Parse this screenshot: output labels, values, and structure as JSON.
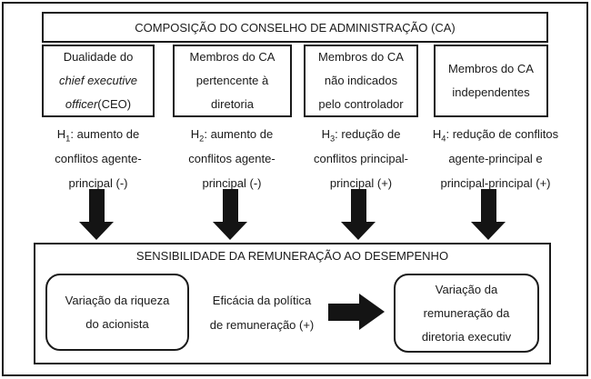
{
  "diagram": {
    "top_title": "COMPOSIÇÃO DO CONSELHO DE ADMINISTRAÇÃO (CA)",
    "columns": [
      {
        "box": {
          "line1": "Dualidade do",
          "line2_italic": "chief executive",
          "line3_italic": "officer",
          "line3_rest": "(CEO)"
        },
        "hypothesis": {
          "h": "H",
          "sub": "1",
          "line1": ": aumento de",
          "line2": "conflitos agente-",
          "line3": "principal (-)"
        }
      },
      {
        "box": {
          "line1": "Membros do CA",
          "line2": "pertencente à",
          "line3": "diretoria"
        },
        "hypothesis": {
          "h": "H",
          "sub": "2",
          "line1": ": aumento de",
          "line2": "conflitos agente-",
          "line3": "principal (-)"
        }
      },
      {
        "box": {
          "line1": "Membros do CA",
          "line2": "não indicados",
          "line3": "pelo controlador"
        },
        "hypothesis": {
          "h": "H",
          "sub": "3",
          "line1": ": redução de",
          "line2": "conflitos principal-",
          "line3": "principal (+)"
        }
      },
      {
        "box": {
          "line1": "Membros do CA",
          "line2": "independentes"
        },
        "hypothesis": {
          "h": "H",
          "sub": "4",
          "line1": ": redução de conflitos",
          "line2": "agente-principal e",
          "line3": "principal-principal (+)"
        }
      }
    ],
    "bottom": {
      "title": "SENSIBILIDADE DA REMUNERAÇÃO AO DESEMPENHO",
      "left_node": {
        "line1": "Variação da riqueza",
        "line2": "do acionista"
      },
      "mediator": {
        "line1": "Eficácia da política",
        "line2": "de remuneração (+)"
      },
      "right_node": {
        "line1": "Variação da",
        "line2": "remuneração da",
        "line3": "diretoria executiv"
      }
    },
    "colors": {
      "ink": "#1a1a1a",
      "background": "#ffffff"
    }
  }
}
